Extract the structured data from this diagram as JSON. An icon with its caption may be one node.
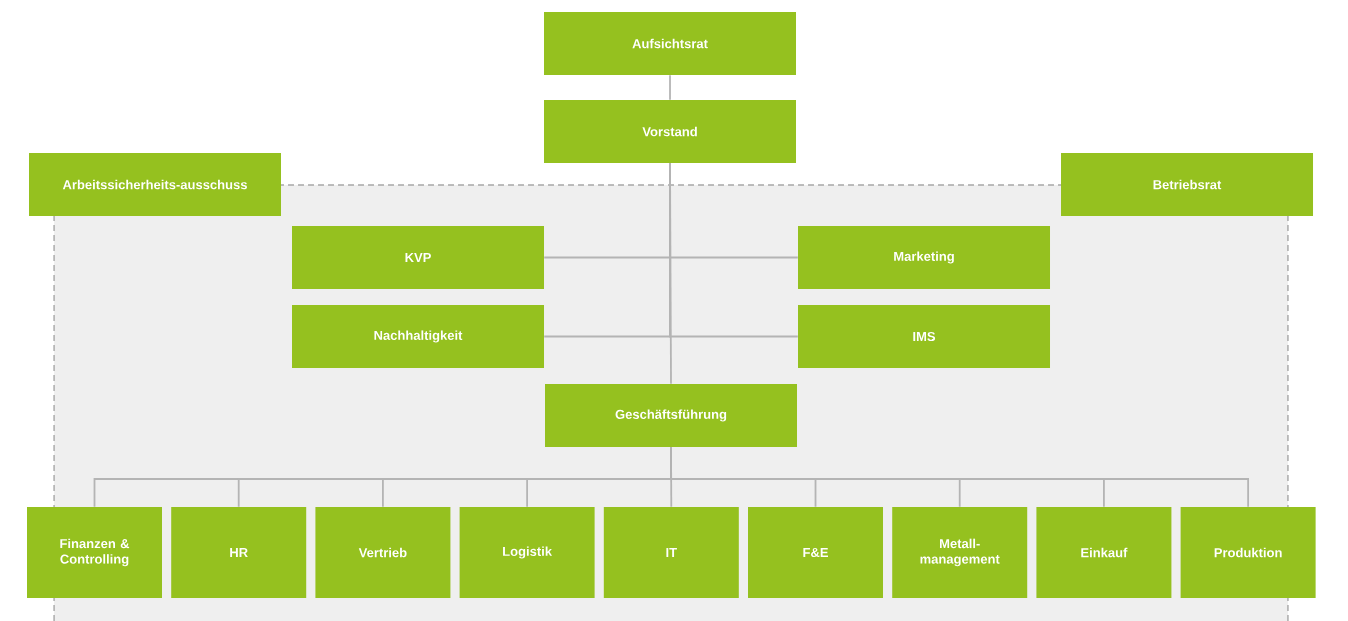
{
  "diagram": {
    "nodes": [
      {
        "text": [
          "Aufsichtsrat"
        ]
      },
      {
        "text": [
          "Vorstand"
        ]
      },
      {
        "text": [
          "Arbeitssicherheits-ausschuss"
        ]
      },
      {
        "text": [
          "Betriebsrat"
        ]
      },
      {
        "text": [
          "KVP"
        ]
      },
      {
        "text": [
          "Marketing"
        ]
      },
      {
        "text": [
          "Nachhaltigkeit"
        ]
      },
      {
        "text": [
          "IMS"
        ]
      },
      {
        "text": [
          "Geschäftsführung"
        ]
      },
      {
        "text": [
          "Finanzen & Controlling"
        ]
      },
      {
        "text": [
          "HR"
        ]
      },
      {
        "text": [
          "Vertrieb"
        ]
      },
      {
        "text": [
          "Logistik"
        ]
      },
      {
        "text": [
          "IT"
        ]
      },
      {
        "text": [
          "F&E"
        ]
      },
      {
        "text": [
          "Metall-management"
        ]
      },
      {
        "text": [
          "Einkauf"
        ]
      },
      {
        "text": [
          "Produktion"
        ]
      }
    ],
    "edges": [
      {
        "from": 0,
        "to": 1,
        "arrow": "none"
      },
      {
        "from": 1,
        "to": 4,
        "arrow": "none"
      },
      {
        "from": 1,
        "to": 5,
        "arrow": "none"
      },
      {
        "from": 1,
        "to": 6,
        "arrow": "none"
      },
      {
        "from": 1,
        "to": 7,
        "arrow": "none"
      },
      {
        "from": 1,
        "to": 8,
        "arrow": "none"
      },
      {
        "from": 8,
        "to": 9,
        "arrow": "none"
      },
      {
        "from": 8,
        "to": 10,
        "arrow": "none"
      },
      {
        "from": 8,
        "to": 11,
        "arrow": "none"
      },
      {
        "from": 8,
        "to": 12,
        "arrow": "none"
      },
      {
        "from": 8,
        "to": 13,
        "arrow": "none"
      },
      {
        "from": 8,
        "to": 14,
        "arrow": "none"
      },
      {
        "from": 8,
        "to": 15,
        "arrow": "none"
      },
      {
        "from": 8,
        "to": 16,
        "arrow": "none"
      },
      {
        "from": 8,
        "to": 17,
        "arrow": "none"
      }
    ]
  }
}
